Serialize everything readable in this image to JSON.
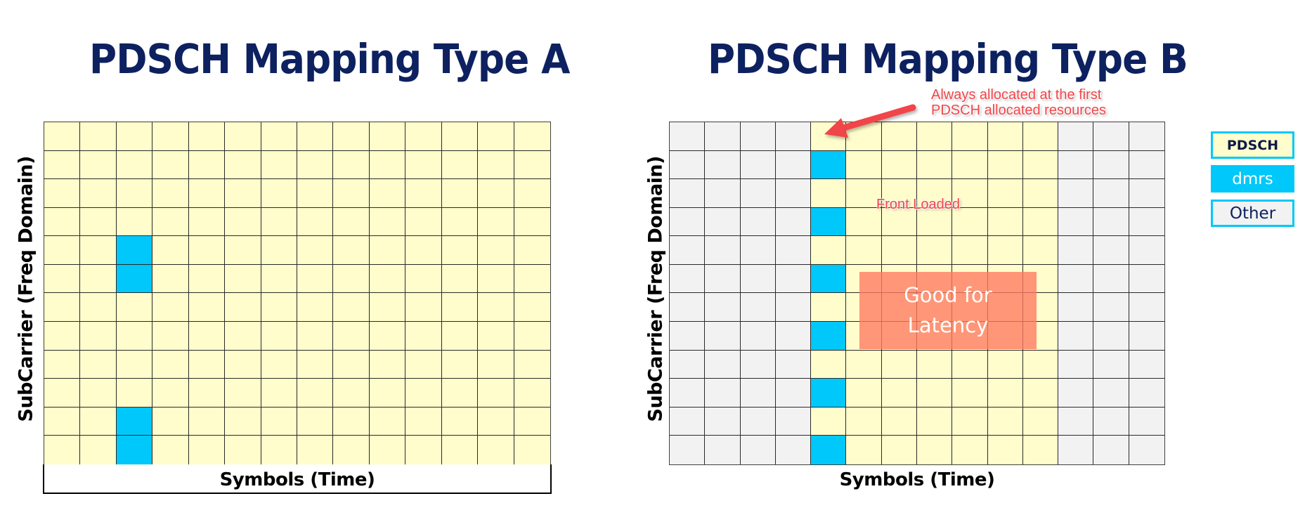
{
  "colors": {
    "pdsch": "#FFFDCC",
    "dmrs": "#00C8FA",
    "other": "#F2F2F2",
    "title": "#0D2160",
    "annotation": "#F0454A",
    "latency_box": "#FF8A72",
    "legend_border": "#00C8F8"
  },
  "panel_a": {
    "title": "PDSCH Mapping Type A",
    "ylabel": "SubCarrier (Freq Domain)",
    "xlabel": "Symbols (Time)",
    "rows": 12,
    "cols": 14,
    "cells": [
      "PPPPPPPPPPPPPP",
      "PPPPPPPPPPPPPP",
      "PPPPPPPPPPPPPP",
      "PPPPPPPPPPPPPP",
      "PPDPPPPPPPPPPP",
      "PPDPPPPPPPPPPP",
      "PPPPPPPPPPPPPP",
      "PPPPPPPPPPPPPP",
      "PPPPPPPPPPPPPP",
      "PPPPPPPPPPPPPP",
      "PPDPPPPPPPPPPP",
      "PPDPPPPPPPPPPP"
    ]
  },
  "panel_b": {
    "title": "PDSCH Mapping Type B",
    "ylabel": "SubCarrier (Freq Domain)",
    "xlabel": "Symbols (Time)",
    "rows": 12,
    "cols": 14,
    "cells": [
      "OOOOPPPPPPPOOO",
      "OOOODPPPPPPOOO",
      "OOOOPPPPPPPOOO",
      "OOOODPPPPPPOOO",
      "OOOOPPPPPPPOOO",
      "OOOODPPPPPPOOO",
      "OOOOPPPPPPPOOO",
      "OOOODPPPPPPOOO",
      "OOOOPPPPPPPOOO",
      "OOOODPPPPPPOOO",
      "OOOOPPPPPPPOOO",
      "OOOODPPPPPPOOO"
    ],
    "annotation_arrow": {
      "line1": "Always allocated at the first",
      "line2": "PDSCH allocated resources"
    },
    "annotation_front": "Front Loaded",
    "latency_box": {
      "line1": "Good for",
      "line2": "Latency"
    }
  },
  "legend": {
    "items": [
      {
        "label": "PDSCH",
        "key": "pdsch"
      },
      {
        "label": "dmrs",
        "key": "dmrs"
      },
      {
        "label": "Other",
        "key": "other"
      }
    ]
  }
}
